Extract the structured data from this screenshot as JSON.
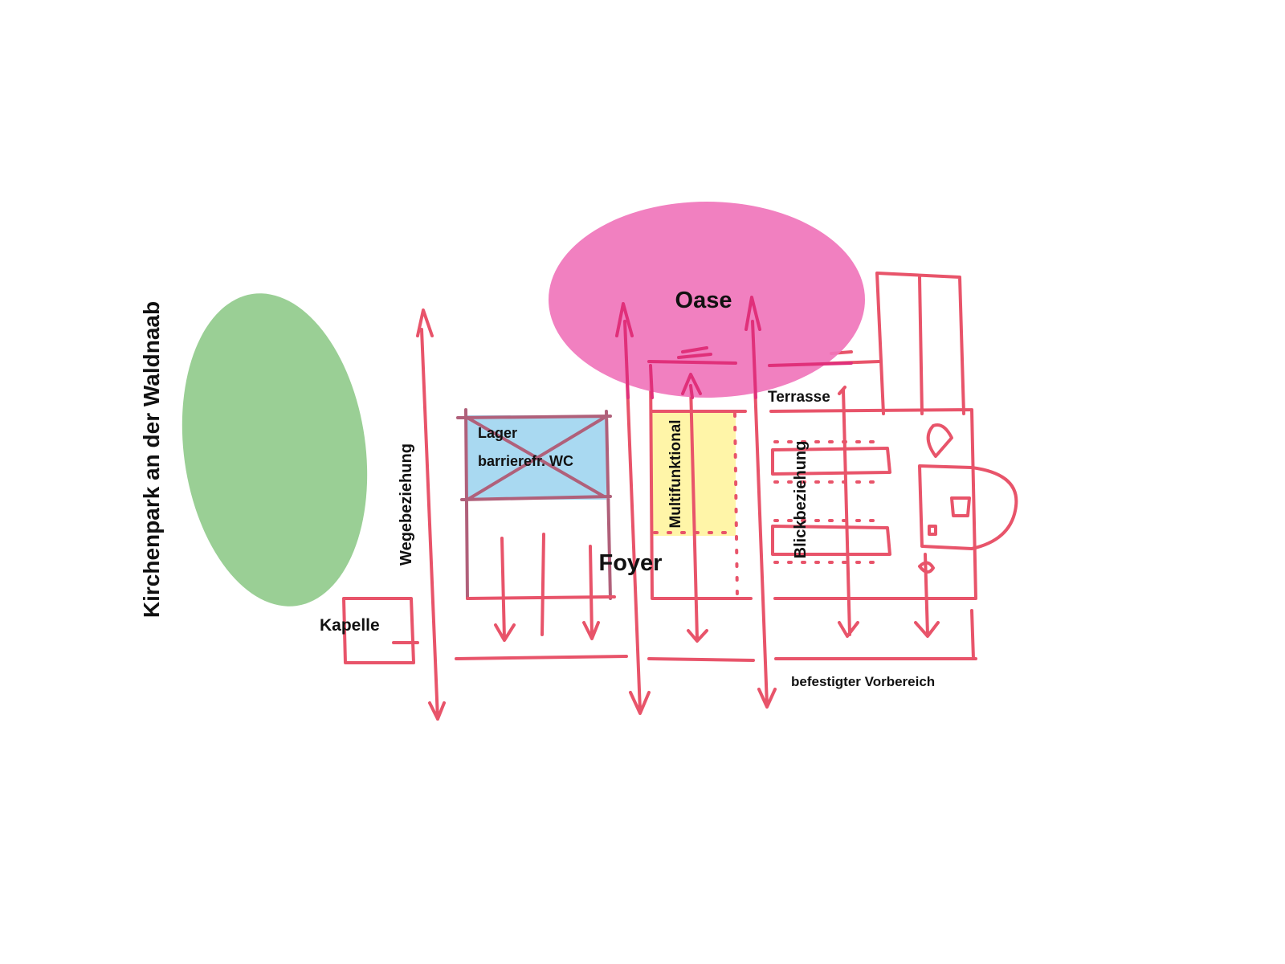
{
  "labels": {
    "park": "Kirchenpark an der Waldnaab",
    "path": "Wegebeziehung",
    "storage": "Lager",
    "wc": "barrierefr. WC",
    "multi": "Multifunktional",
    "oasis": "Oase",
    "terrace": "Terrasse",
    "view": "Blickbeziehung",
    "foyer": "Foyer",
    "chapel": "Kapelle",
    "forecourt": "befestigter Vorbereich"
  },
  "colors": {
    "park": "#9acf95",
    "oasis": "#f075bb",
    "storage": "#a9d9f1",
    "multi": "#fff5a8",
    "lines": "#e8546a"
  }
}
